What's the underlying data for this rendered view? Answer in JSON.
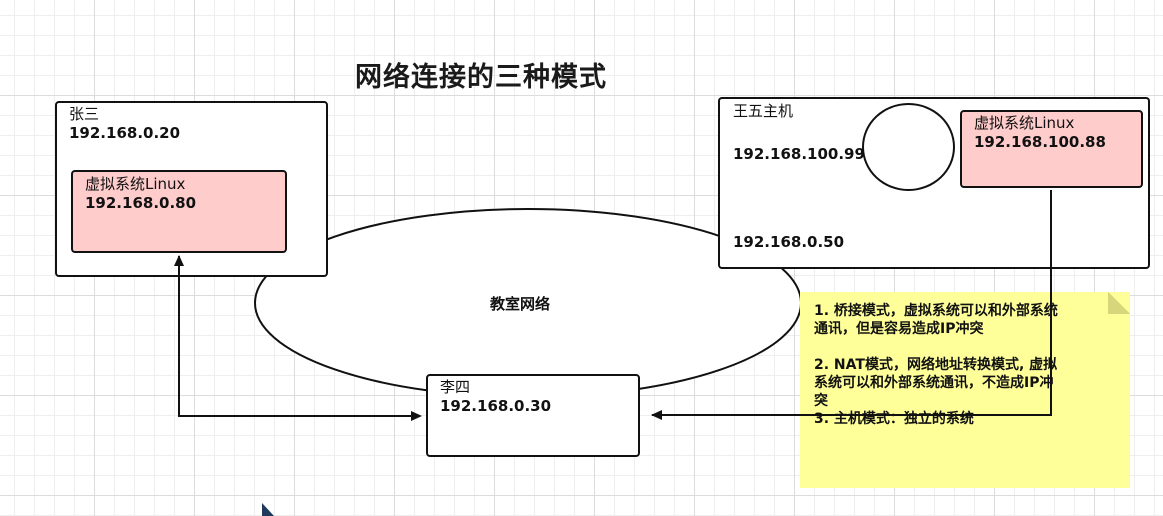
{
  "title": "网络连接的三种模式",
  "zhangsan": {
    "name": "张三",
    "ip": "192.168.0.20"
  },
  "zhangsan_vm": {
    "name": "虚拟系统Linux",
    "ip": "192.168.0.80"
  },
  "wangwu": {
    "name": "王五主机",
    "ip_virtual": "192.168.100.99",
    "ip_host": "192.168.0.50"
  },
  "wangwu_vm": {
    "name": "虚拟系统Linux",
    "ip": "192.168.100.88"
  },
  "classroom": {
    "label": "教室网络"
  },
  "lisi": {
    "name": "李四",
    "ip": "192.168.0.30"
  },
  "notes": {
    "bridge_line1": "1. 桥接模式，虚拟系统可以和外部系统",
    "bridge_line2": "通讯，但是容易造成IP冲突",
    "nat_line1": "2. NAT模式，网络地址转换模式, 虚拟",
    "nat_line2": "系统可以和外部系统通讯，不造成IP冲",
    "nat_line3": "突",
    "host_line1": "3. 主机模式：独立的系统"
  },
  "colors": {
    "vm_fill": "#ffcccc",
    "note_fill": "#ffff99",
    "stroke": "#111111"
  }
}
